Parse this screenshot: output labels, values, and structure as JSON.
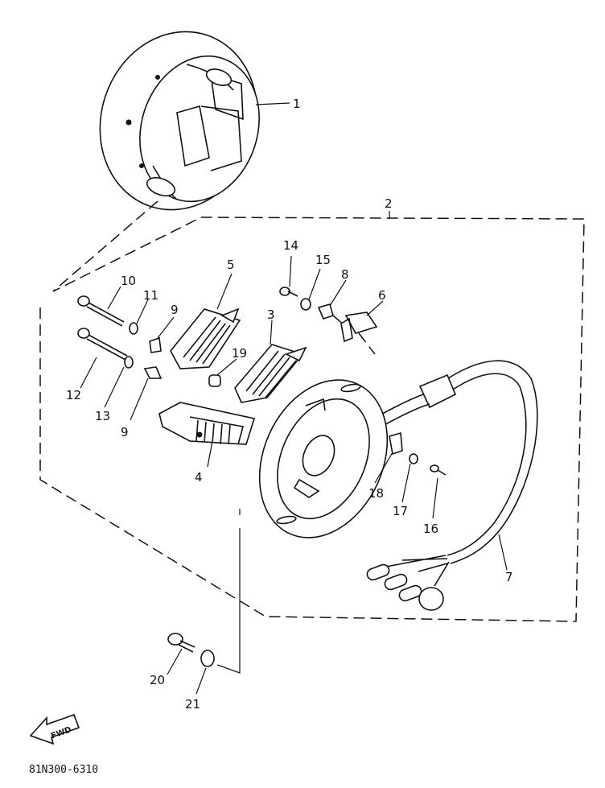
{
  "diagram": {
    "part_labels": [
      "1",
      "2",
      "3",
      "4",
      "5",
      "6",
      "7",
      "8",
      "9",
      "9",
      "10",
      "11",
      "12",
      "13",
      "14",
      "15",
      "16",
      "17",
      "18",
      "19",
      "20",
      "21"
    ],
    "direction_label": "FWD",
    "drawing_code": "81N300-6310"
  }
}
